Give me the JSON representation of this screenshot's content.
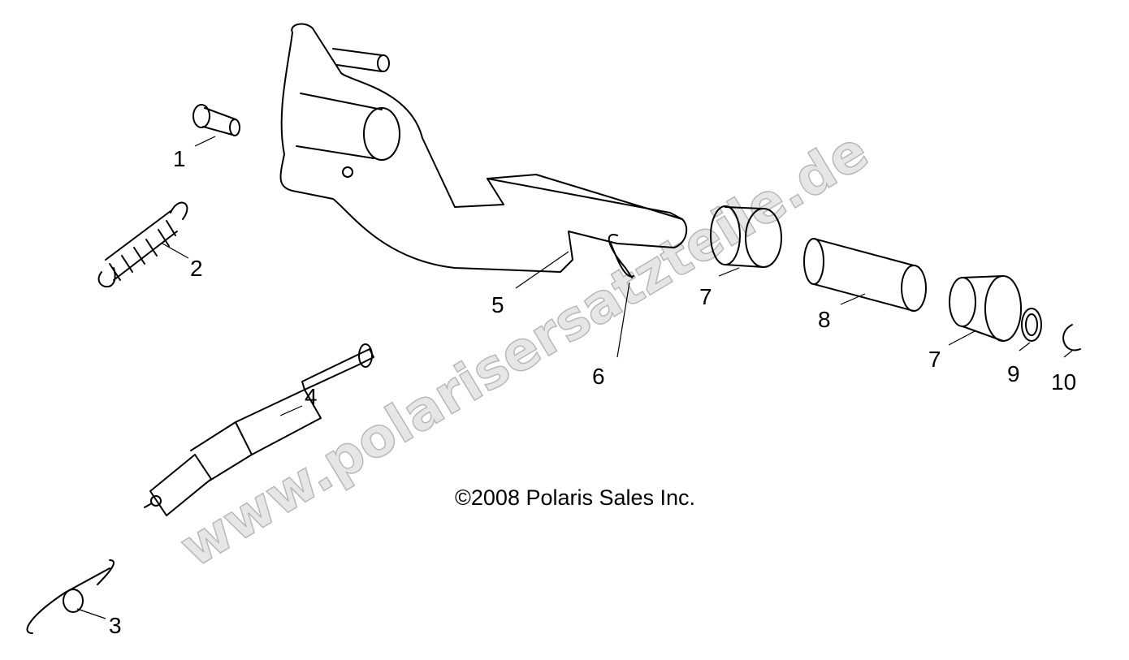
{
  "watermark": "www.polarisersatzteile.de",
  "copyright": "©2008 Polaris Sales Inc.",
  "callouts": [
    {
      "label": "1",
      "part": "pin"
    },
    {
      "label": "2",
      "part": "spring"
    },
    {
      "label": "3",
      "part": "torsion-spring"
    },
    {
      "label": "4",
      "part": "brake-switch"
    },
    {
      "label": "5",
      "part": "brake-pedal"
    },
    {
      "label": "6",
      "part": "hairpin-clip"
    },
    {
      "label": "7",
      "part": "flanged-bushing"
    },
    {
      "label": "8",
      "part": "sleeve"
    },
    {
      "label": "7",
      "part": "flanged-bushing"
    },
    {
      "label": "9",
      "part": "washer"
    },
    {
      "label": "10",
      "part": "e-clip"
    }
  ]
}
